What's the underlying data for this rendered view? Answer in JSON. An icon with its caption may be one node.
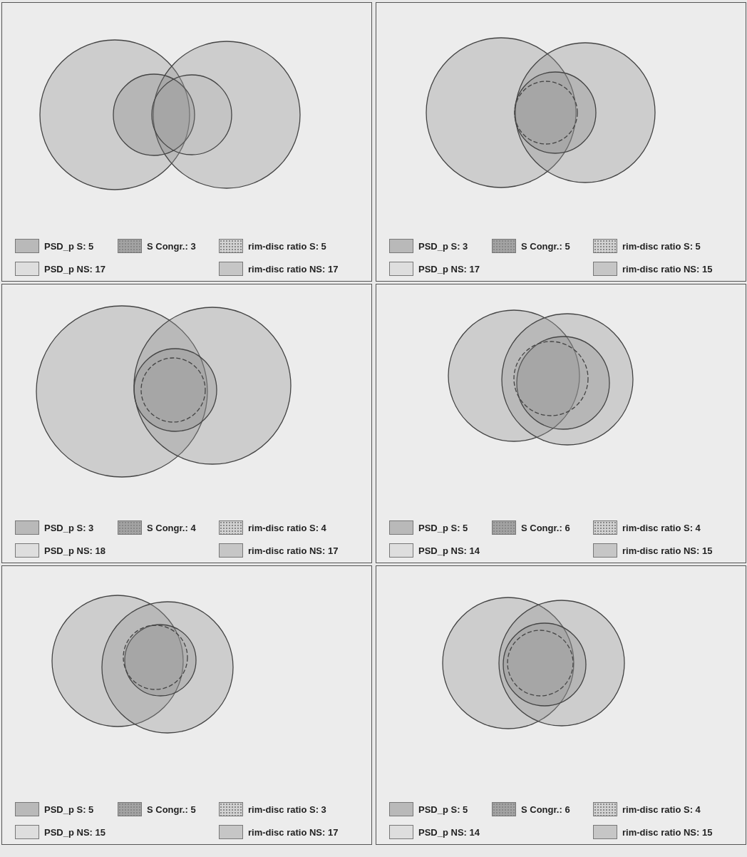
{
  "diagram": {
    "legend": [
      {
        "text": "PSD_p S: 5",
        "color": "#b9b9b9"
      },
      {
        "text": "S Congr.: 3",
        "color": "#a3a3a3"
      },
      {
        "text": "rim-disc ratio S: 5",
        "color": "#d2d2d2"
      },
      {
        "text": "PSD_p NS: 17",
        "color": "#dedede"
      },
      {
        "text": "rim-disc ratio NS: 17",
        "color": "#c6c6c6"
      },
      {
        "text": "PSD_p S: 3",
        "color": "#b9b9b9"
      },
      {
        "text": "S Congr.: 5",
        "color": "#a3a3a3"
      },
      {
        "text": "rim-disc ratio S: 5",
        "color": "#d2d2d2"
      },
      {
        "text": "PSD_p NS: 17",
        "color": "#dedede"
      },
      {
        "text": "rim-disc ratio NS: 15",
        "color": "#c6c6c6"
      },
      {
        "text": "PSD_p S: 3",
        "color": "#b9b9b9"
      },
      {
        "text": "S Congr.: 4",
        "color": "#a3a3a3"
      },
      {
        "text": "rim-disc ratio S: 4",
        "color": "#d2d2d2"
      },
      {
        "text": "PSD_p NS: 18",
        "color": "#dedede"
      },
      {
        "text": "rim-disc ratio NS: 17",
        "color": "#c6c6c6"
      },
      {
        "text": "PSD_p S: 5",
        "color": "#b9b9b9"
      },
      {
        "text": "S Congr.: 6",
        "color": "#a3a3a3"
      },
      {
        "text": "rim-disc ratio S: 4",
        "color": "#d2d2d2"
      },
      {
        "text": "PSD_p NS: 14",
        "color": "#dedede"
      },
      {
        "text": "rim-disc ratio NS: 15",
        "color": "#c6c6c6"
      },
      {
        "text": "PSD_p S: 5",
        "color": "#b9b9b9"
      },
      {
        "text": "S Congr.: 5",
        "color": "#a3a3a3"
      },
      {
        "text": "rim-disc ratio S: 3",
        "color": "#d2d2d2"
      },
      {
        "text": "PSD_p NS: 15",
        "color": "#dedede"
      },
      {
        "text": "rim-disc ratio NS: 17",
        "color": "#c6c6c6"
      },
      {
        "text": "PSD_p S: 5",
        "color": "#b9b9b9"
      },
      {
        "text": "S Congr.: 6",
        "color": "#a3a3a3"
      },
      {
        "text": "rim-disc ratio S: 4",
        "color": "#d2d2d2"
      },
      {
        "text": "PSD_p NS: 14",
        "color": "#dedede"
      },
      {
        "text": "rim-disc ratio NS: 15",
        "color": "#c6c6c6"
      }
    ]
  }
}
